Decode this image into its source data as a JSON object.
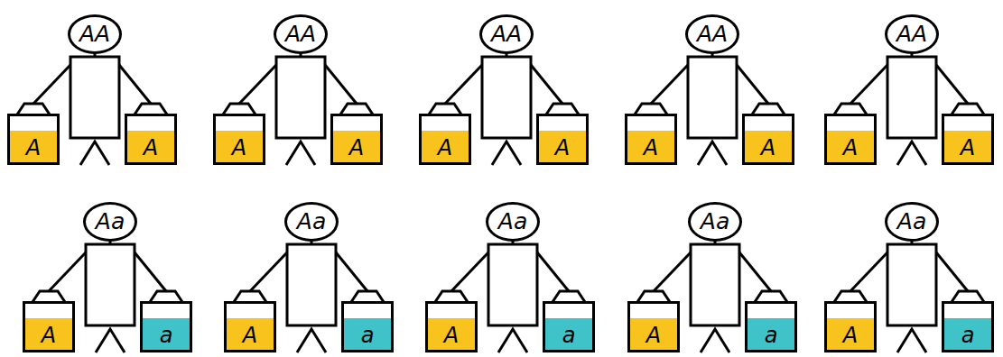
{
  "diagram": {
    "nodes": [
      {
        "text": [
          "AA"
        ]
      },
      {
        "text": [
          "A"
        ]
      },
      {
        "text": [
          "A"
        ]
      },
      {
        "text": [
          "AA"
        ]
      },
      {
        "text": [
          "A"
        ]
      },
      {
        "text": [
          "A"
        ]
      },
      {
        "text": [
          "AA"
        ]
      },
      {
        "text": [
          "A"
        ]
      },
      {
        "text": [
          "A"
        ]
      },
      {
        "text": [
          "AA"
        ]
      },
      {
        "text": [
          "A"
        ]
      },
      {
        "text": [
          "A"
        ]
      },
      {
        "text": [
          "AA"
        ]
      },
      {
        "text": [
          "A"
        ]
      },
      {
        "text": [
          "A"
        ]
      },
      {
        "text": [
          "Aa"
        ]
      },
      {
        "text": [
          "A"
        ]
      },
      {
        "text": [
          "a"
        ]
      },
      {
        "text": [
          "Aa"
        ]
      },
      {
        "text": [
          "A"
        ]
      },
      {
        "text": [
          "a"
        ]
      },
      {
        "text": [
          "Aa"
        ]
      },
      {
        "text": [
          "A"
        ]
      },
      {
        "text": [
          "a"
        ]
      },
      {
        "text": [
          "Aa"
        ]
      },
      {
        "text": [
          "A"
        ]
      },
      {
        "text": [
          "a"
        ]
      },
      {
        "text": [
          "Aa"
        ]
      },
      {
        "text": [
          "A"
        ]
      },
      {
        "text": [
          "a"
        ]
      }
    ]
  }
}
